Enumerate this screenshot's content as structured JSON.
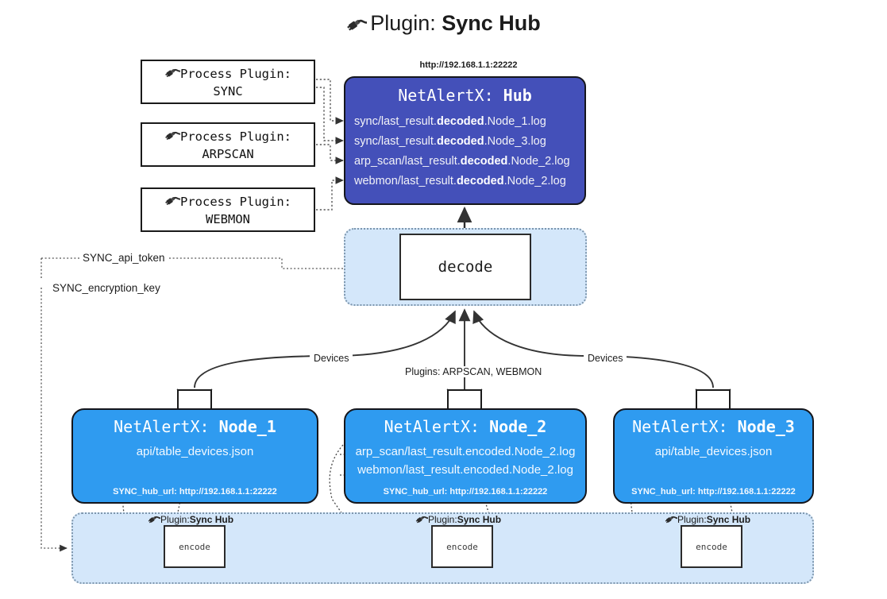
{
  "title": {
    "icon": "plug-icon",
    "prefix": "Plugin: ",
    "name": "Sync Hub"
  },
  "process_plugins": [
    {
      "icon": "plug-icon",
      "line1": "Process Plugin:",
      "line2": "SYNC"
    },
    {
      "icon": "plug-icon",
      "line1": "Process Plugin:",
      "line2": "ARPSCAN"
    },
    {
      "icon": "plug-icon",
      "line1": "Process Plugin:",
      "line2": "WEBMON"
    }
  ],
  "hub": {
    "url": "http://192.168.1.1:22222",
    "title_prefix": "NetAlertX: ",
    "title_name": "Hub",
    "logs": [
      {
        "pre": "sync/last_result.",
        "mid": "decoded",
        "post": ".Node_1.log"
      },
      {
        "pre": "sync/last_result.",
        "mid": "decoded",
        "post": ".Node_3.log"
      },
      {
        "pre": "arp_scan/last_result.",
        "mid": "decoded",
        "post": ".Node_2.log"
      },
      {
        "pre": "webmon/last_result.",
        "mid": "decoded",
        "post": ".Node_2.log"
      }
    ]
  },
  "decode": {
    "label": "decode"
  },
  "keys": {
    "api_token": "SYNC_api_token",
    "encryption_key": "SYNC_encryption_key"
  },
  "edge_labels": {
    "devices_left": "Devices",
    "devices_right": "Devices",
    "plugins_center": "Plugins: ARPSCAN, WEBMON"
  },
  "nodes": [
    {
      "icon": "envelope-icon",
      "title_prefix": "NetAlertX: ",
      "title_name": "Node_1",
      "lines": [
        "api/table_devices.json"
      ],
      "footer": "SYNC_hub_url: http://192.168.1.1:22222"
    },
    {
      "icon": "envelope-icon",
      "title_prefix": "NetAlertX: ",
      "title_name": "Node_2",
      "lines": [
        "arp_scan/last_result.encoded.Node_2.log",
        "webmon/last_result.encoded.Node_2.log"
      ],
      "footer": "SYNC_hub_url: http://192.168.1.1:22222"
    },
    {
      "icon": "envelope-icon",
      "title_prefix": "NetAlertX: ",
      "title_name": "Node_3",
      "lines": [
        "api/table_devices.json"
      ],
      "footer": "SYNC_hub_url: http://192.168.1.1:22222"
    }
  ],
  "encoders": [
    {
      "icon": "plug-icon",
      "caption_prefix": "Plugin: ",
      "caption_name": "Sync Hub",
      "label": "encode"
    },
    {
      "icon": "plug-icon",
      "caption_prefix": "Plugin: ",
      "caption_name": "Sync Hub",
      "label": "encode"
    },
    {
      "icon": "plug-icon",
      "caption_prefix": "Plugin: ",
      "caption_name": "Sync Hub",
      "label": "encode"
    }
  ],
  "colors": {
    "hub_fill": "#4450b9",
    "node_fill": "#2f9bf0",
    "band_fill": "#d4e7fa",
    "band_border": "#7d96ad",
    "stroke": "#2b2b2b"
  }
}
